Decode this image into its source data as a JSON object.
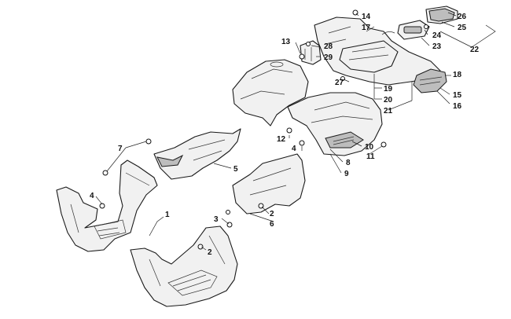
{
  "callouts": [
    {
      "id": "c1",
      "text": "1"
    },
    {
      "id": "c2a",
      "text": "2"
    },
    {
      "id": "c2b",
      "text": "2"
    },
    {
      "id": "c3",
      "text": "3"
    },
    {
      "id": "c4a",
      "text": "4"
    },
    {
      "id": "c4b",
      "text": "4"
    },
    {
      "id": "c5",
      "text": "5"
    },
    {
      "id": "c6",
      "text": "6"
    },
    {
      "id": "c7",
      "text": "7"
    },
    {
      "id": "c8",
      "text": "8"
    },
    {
      "id": "c9",
      "text": "9"
    },
    {
      "id": "c10",
      "text": "10"
    },
    {
      "id": "c11",
      "text": "11"
    },
    {
      "id": "c12",
      "text": "12"
    },
    {
      "id": "c13",
      "text": "13"
    },
    {
      "id": "c14",
      "text": "14"
    },
    {
      "id": "c15",
      "text": "15"
    },
    {
      "id": "c16",
      "text": "16"
    },
    {
      "id": "c17",
      "text": "17"
    },
    {
      "id": "c18",
      "text": "18"
    },
    {
      "id": "c19",
      "text": "19"
    },
    {
      "id": "c20",
      "text": "20"
    },
    {
      "id": "c21",
      "text": "21"
    },
    {
      "id": "c22",
      "text": "22"
    },
    {
      "id": "c23",
      "text": "23"
    },
    {
      "id": "c24",
      "text": "24"
    },
    {
      "id": "c25",
      "text": "25"
    },
    {
      "id": "c26",
      "text": "26"
    },
    {
      "id": "c27",
      "text": "27"
    },
    {
      "id": "c28",
      "text": "28"
    },
    {
      "id": "c29",
      "text": "29"
    }
  ]
}
